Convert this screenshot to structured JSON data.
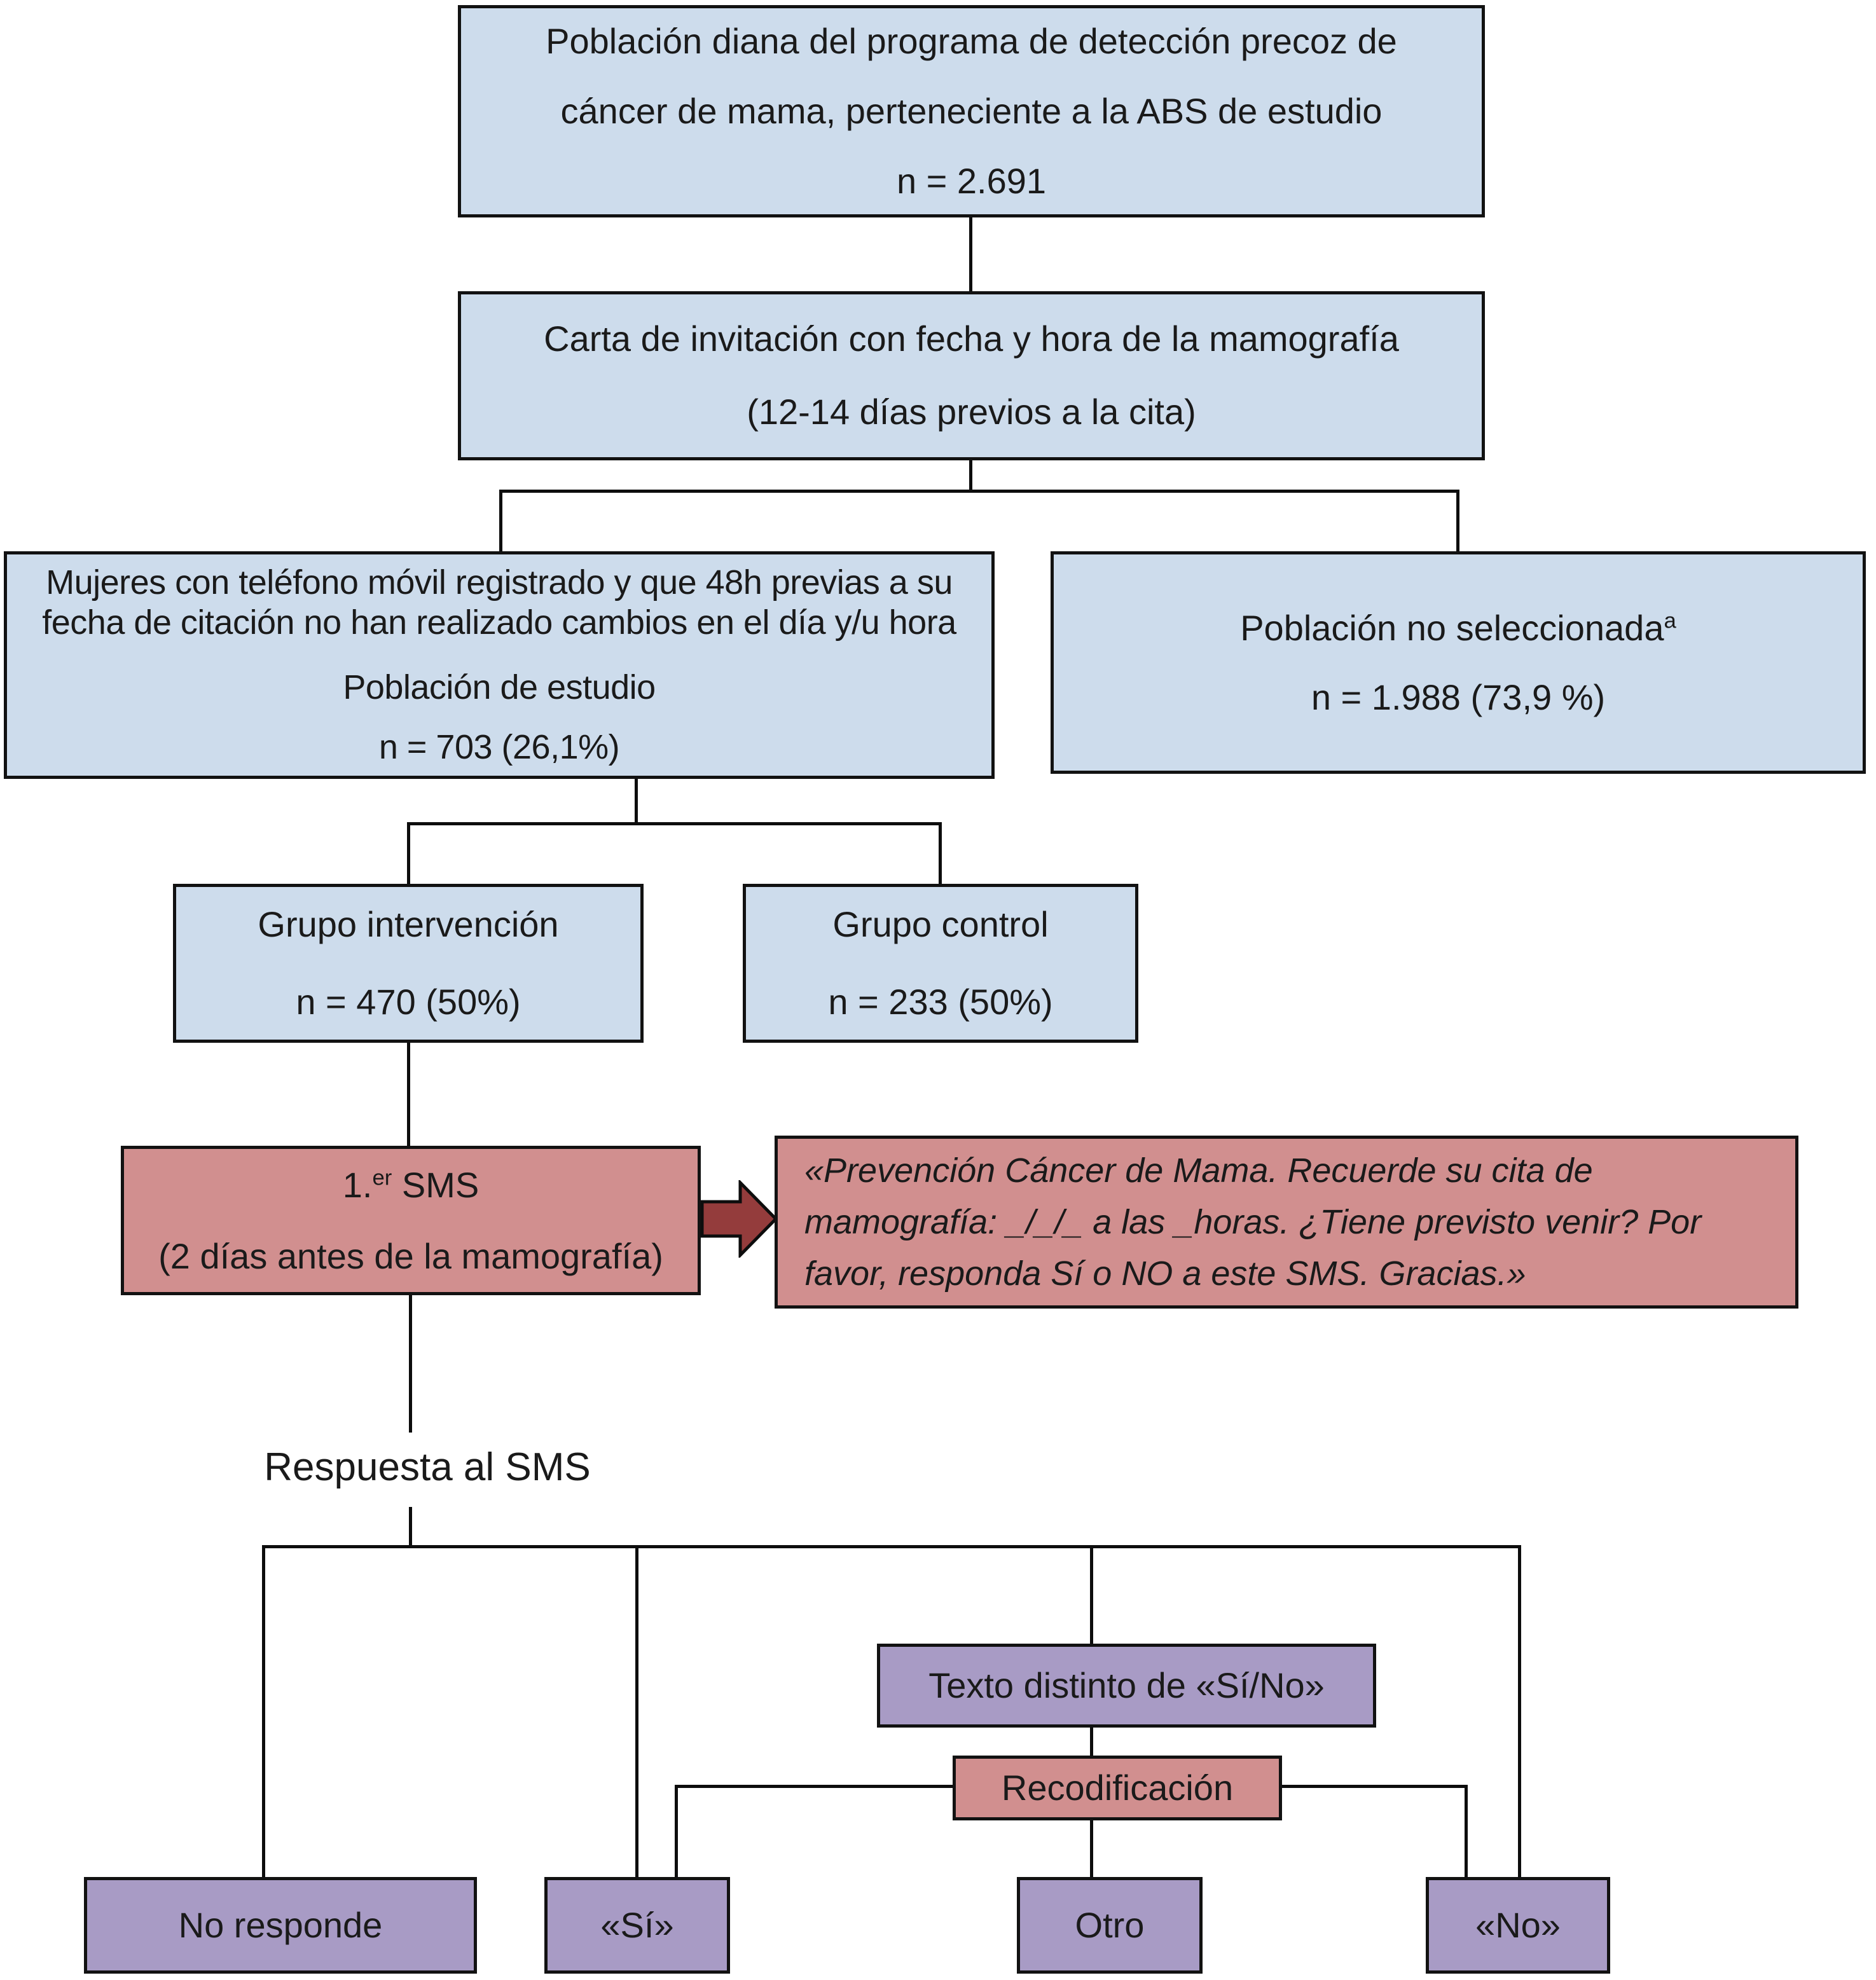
{
  "nodes": {
    "target_population": {
      "lines": [
        "Población diana del programa de detección precoz de",
        "cáncer de mama, perteneciente a la ABS de estudio",
        "n = 2.691"
      ]
    },
    "invitation_letter": {
      "lines": [
        "Carta de invitación con fecha y hora de la mamografía",
        "(12-14 días previos a la cita)"
      ]
    },
    "study_population": {
      "lines": [
        "Mujeres con teléfono móvil registrado y que 48h previas a su",
        "fecha de citación no han realizado cambios en el día y/u hora",
        "Población de estudio",
        "n = 703 (26,1%)"
      ]
    },
    "not_selected": {
      "title": "Población no seleccionada",
      "title_sup": "a",
      "n": "n = 1.988 (73,9 %)"
    },
    "intervention_group": {
      "lines": [
        "Grupo intervención",
        "n = 470 (50%)"
      ]
    },
    "control_group": {
      "lines": [
        "Grupo control",
        "n = 233 (50%)"
      ]
    },
    "first_sms": {
      "pre": "1.",
      "sup": "er",
      "post": " SMS",
      "line2": "(2 días antes de la mamografía)"
    },
    "sms_message": {
      "lines": [
        "«Prevención Cáncer de Mama. Recuerde su cita de",
        "mamografía: _/_/_ a las _horas. ¿Tiene previsto venir? Por",
        "favor, responda Sí o NO a este SMS. Gracias.»"
      ]
    },
    "sms_response_label": "Respuesta al SMS",
    "text_other_than_yes_no": "Texto distinto de «Sí/No»",
    "recoding": "Recodificación",
    "no_response": "No responde",
    "yes": "«Sí»",
    "other": "Otro",
    "no": "«No»"
  },
  "colors": {
    "box_blue": "#cddcec",
    "box_pink": "#d18f8f",
    "box_purple": "#a89bc5",
    "arrow_red": "#943c3c",
    "border": "#121212",
    "line": "#0d0d0d",
    "text": "#1a1a1a",
    "background": "#ffffff"
  }
}
